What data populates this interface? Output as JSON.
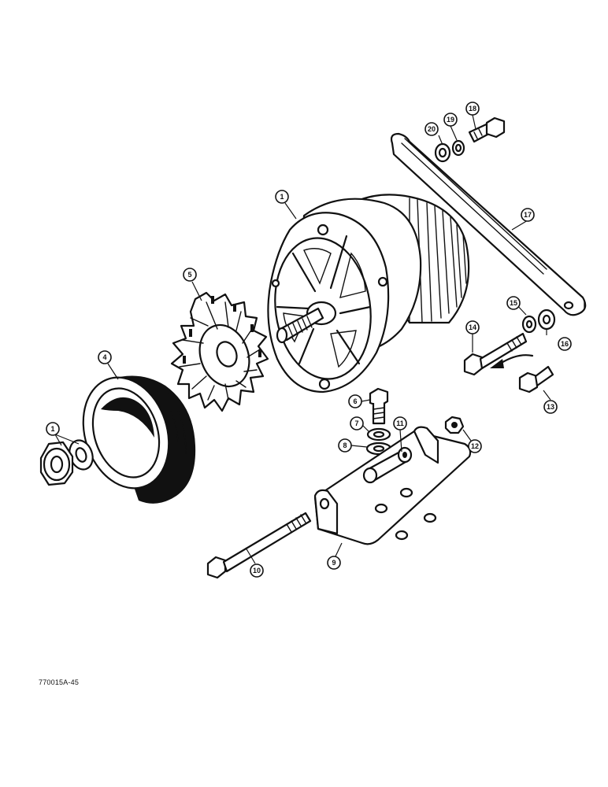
{
  "figure_code": "770015A-45",
  "callouts": [
    "1",
    "5",
    "4",
    "1",
    "6",
    "7",
    "8",
    "11",
    "12",
    "10",
    "9",
    "20",
    "19",
    "18",
    "17",
    "15",
    "14",
    "16",
    "13"
  ]
}
